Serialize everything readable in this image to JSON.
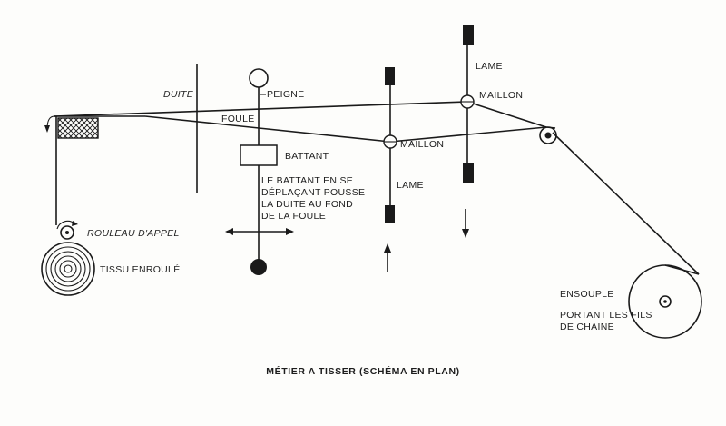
{
  "labels": {
    "duite": "DUITE",
    "peigne": "PEIGNE",
    "foule": "FOULE",
    "battant": "BATTANT",
    "battant_note": [
      "LE BATTANT EN SE",
      "DÉPLAÇANT POUSSE",
      "LA DUITE AU FOND",
      "DE LA FOULE"
    ],
    "lame_top": "LAME",
    "lame_bottom": "LAME",
    "maillon_top": "MAILLON",
    "maillon_bottom": "MAILLON",
    "rouleau": "ROULEAU D'APPEL",
    "tissu": "TISSU ENROULÉ",
    "ensouple": "ENSOUPLE",
    "portant": [
      "PORTANT LES FILS",
      "DE CHAINE"
    ]
  },
  "caption": "MÉTIER A TISSER (SCHÉMA EN PLAN)",
  "colors": {
    "ink": "#1a1a1a",
    "paper": "#fdfdfb"
  }
}
